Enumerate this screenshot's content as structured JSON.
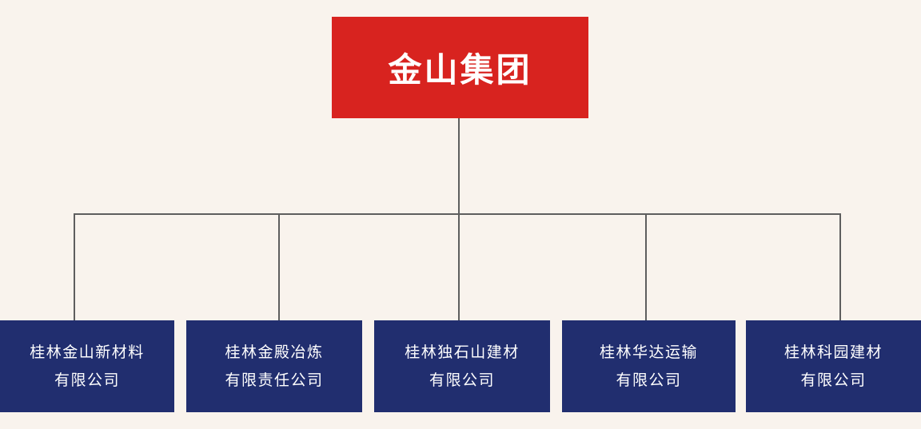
{
  "org_chart": {
    "root": {
      "label": "金山集团"
    },
    "children": [
      {
        "line1": "桂林金山新材料",
        "line2": "有限公司"
      },
      {
        "line1": "桂林金殿冶炼",
        "line2": "有限责任公司"
      },
      {
        "line1": "桂林独石山建材",
        "line2": "有限公司"
      },
      {
        "line1": "桂林华达运输",
        "line2": "有限公司"
      },
      {
        "line1": "桂林科园建材",
        "line2": "有限公司"
      }
    ],
    "colors": {
      "root_box": "#d8231f",
      "child_box": "#212e6f",
      "background": "#f9f3ed",
      "connector": "#5e5e5e",
      "text": "#ffffff"
    }
  }
}
